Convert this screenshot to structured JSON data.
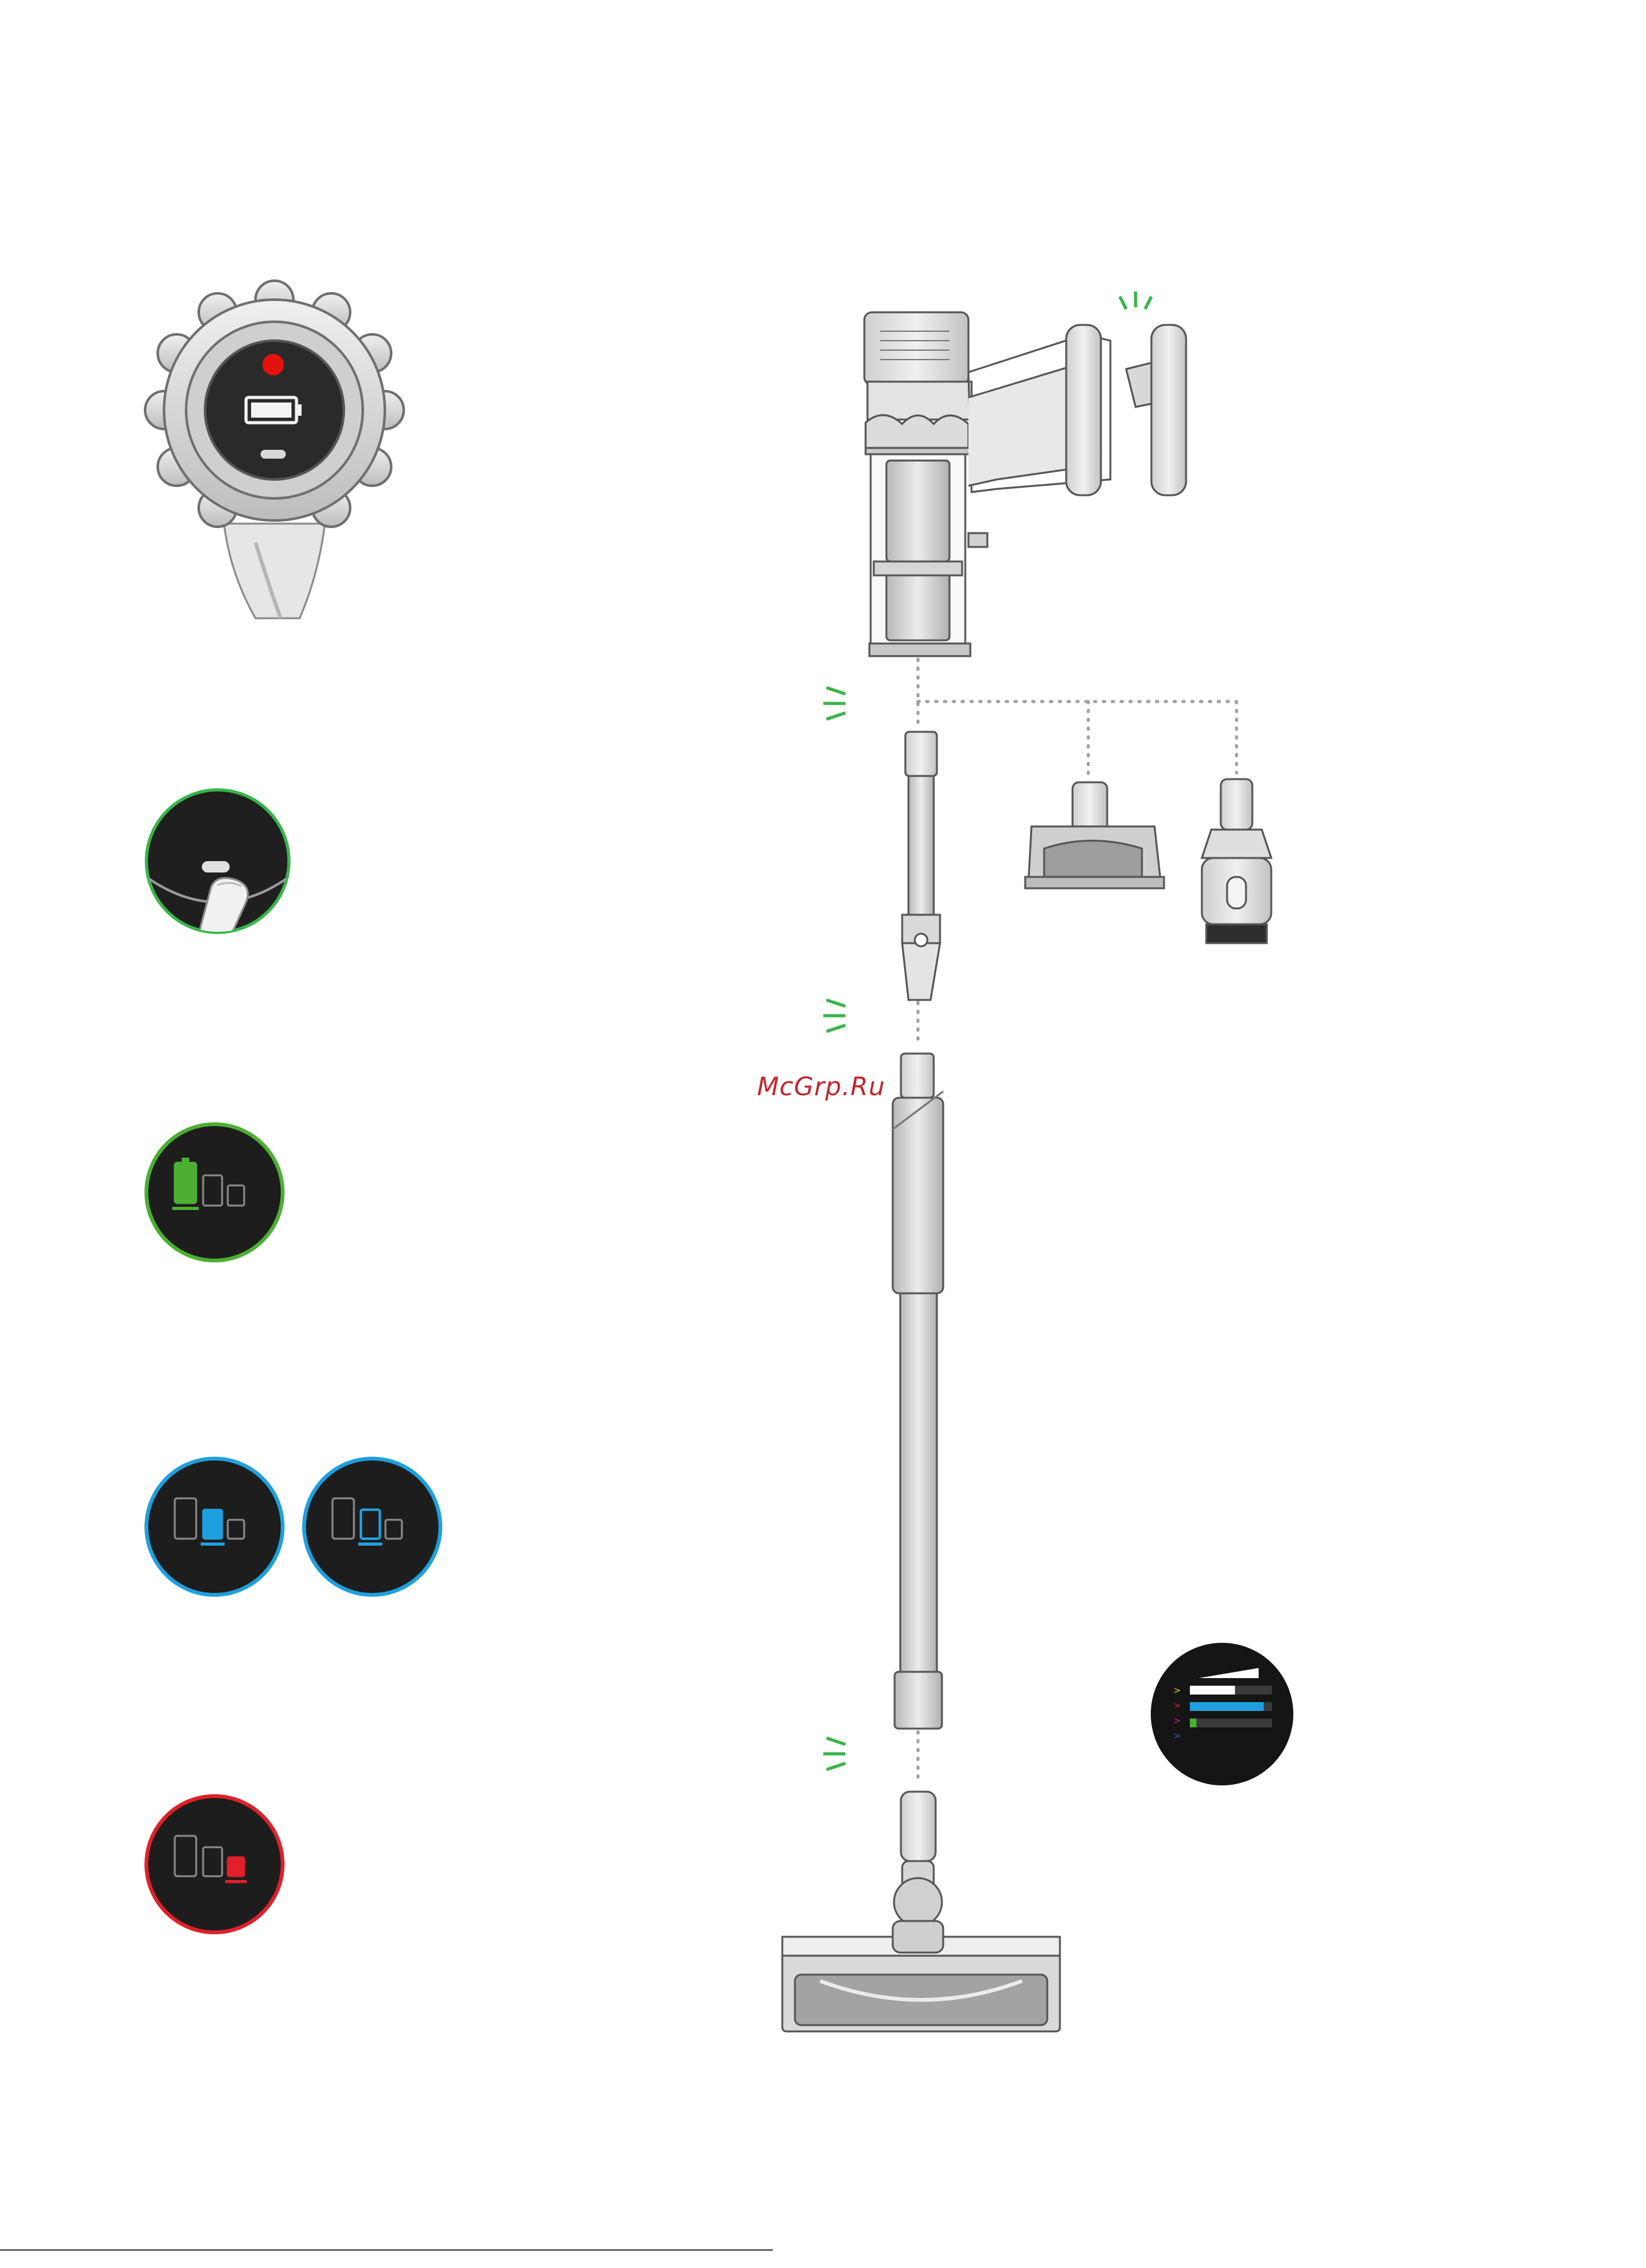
{
  "watermark": {
    "text": "McGrp.Ru"
  },
  "colors": {
    "power_red": "#e3120b",
    "mode_green": "#4caf32",
    "mode_blue": "#1ea0de",
    "mode_red": "#e0202a",
    "display_dark": "#1d1d1d",
    "click_green": "#39b54a",
    "body_grey": "#d3d3d3",
    "outline": "#555555"
  },
  "icons": [
    "battery-icon",
    "power-button-icon",
    "power-mode-eco-icon",
    "power-mode-med-icon",
    "power-mode-boost-icon",
    "click-indicator-icon",
    "screen-bars-icon"
  ],
  "screen_display": {
    "levels": [
      0.55,
      0.9,
      0.08
    ]
  }
}
